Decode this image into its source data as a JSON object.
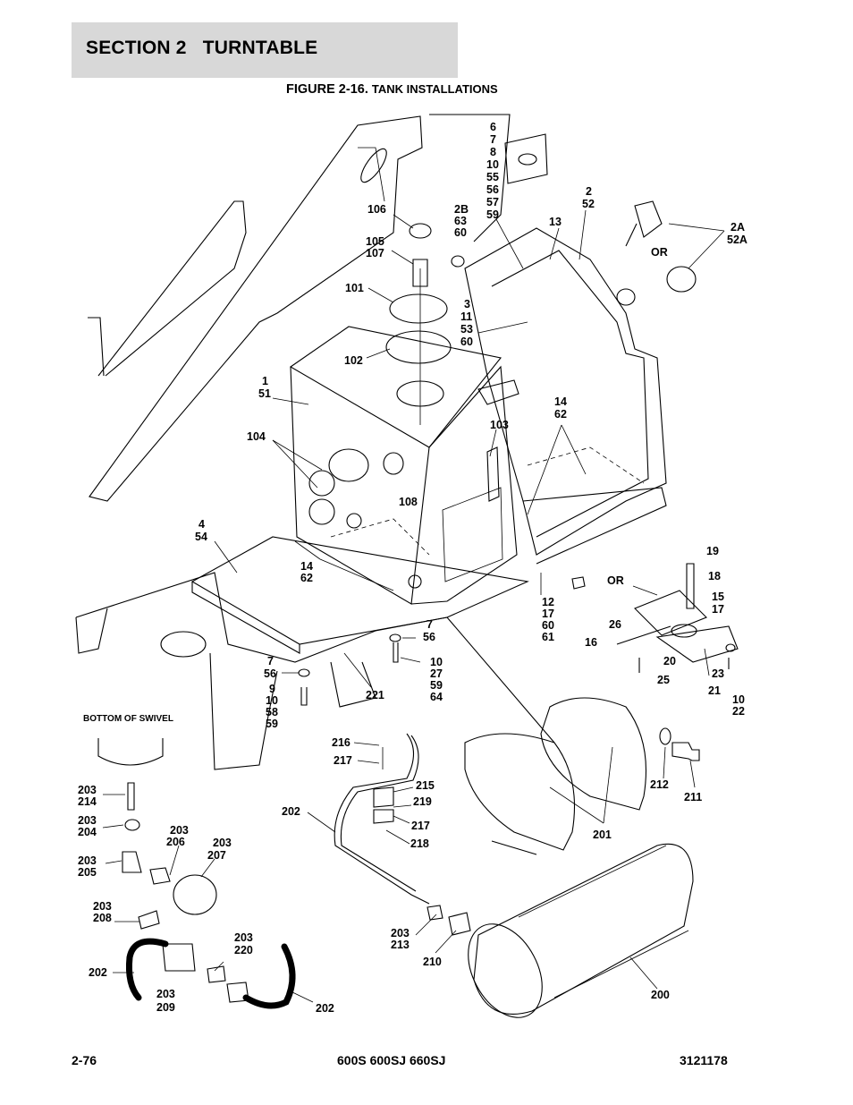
{
  "header": {
    "section": "SECTION 2   TURNTABLE",
    "figure_number": "FIGURE 2-16.",
    "figure_caption": "TANK INSTALLATIONS"
  },
  "callouts": [
    {
      "lines": [
        "6",
        "7",
        "8",
        "10",
        "55",
        "56",
        "57",
        "59"
      ]
    },
    {
      "lines": [
        "2",
        "52"
      ]
    },
    {
      "lines": [
        "2A",
        "52A"
      ]
    },
    {
      "lines": [
        "OR"
      ]
    },
    {
      "lines": [
        "106"
      ]
    },
    {
      "lines": [
        "2B",
        "63",
        "60"
      ]
    },
    {
      "lines": [
        "13"
      ]
    },
    {
      "lines": [
        "105",
        "107"
      ]
    },
    {
      "lines": [
        "101"
      ]
    },
    {
      "lines": [
        "3",
        "11",
        "53",
        "60"
      ]
    },
    {
      "lines": [
        "102"
      ]
    },
    {
      "lines": [
        "1",
        "51"
      ]
    },
    {
      "lines": [
        "14",
        "62"
      ]
    },
    {
      "lines": [
        "103"
      ]
    },
    {
      "lines": [
        "104"
      ]
    },
    {
      "lines": [
        "108"
      ]
    },
    {
      "lines": [
        "4",
        "54"
      ]
    },
    {
      "lines": [
        "14",
        "62"
      ]
    },
    {
      "lines": [
        "19"
      ]
    },
    {
      "lines": [
        "18"
      ]
    },
    {
      "lines": [
        "OR"
      ]
    },
    {
      "lines": [
        "15",
        "17"
      ]
    },
    {
      "lines": [
        "12",
        "17",
        "60",
        "61"
      ]
    },
    {
      "lines": [
        "26"
      ]
    },
    {
      "lines": [
        "16"
      ]
    },
    {
      "lines": [
        "7",
        "56"
      ]
    },
    {
      "lines": [
        "10",
        "27",
        "59",
        "64"
      ]
    },
    {
      "lines": [
        "20"
      ]
    },
    {
      "lines": [
        "23"
      ]
    },
    {
      "lines": [
        "25"
      ]
    },
    {
      "lines": [
        "7",
        "56"
      ]
    },
    {
      "lines": [
        "9",
        "10",
        "58",
        "59"
      ]
    },
    {
      "lines": [
        "221"
      ]
    },
    {
      "lines": [
        "21"
      ]
    },
    {
      "lines": [
        "10",
        "22"
      ]
    },
    {
      "lines": [
        "BOTTOM OF SWIVEL"
      ]
    },
    {
      "lines": [
        "216"
      ]
    },
    {
      "lines": [
        "217"
      ]
    },
    {
      "lines": [
        "215"
      ]
    },
    {
      "lines": [
        "212"
      ]
    },
    {
      "lines": [
        "211"
      ]
    },
    {
      "lines": [
        "203",
        "214"
      ]
    },
    {
      "lines": [
        "219"
      ]
    },
    {
      "lines": [
        "202"
      ]
    },
    {
      "lines": [
        "217"
      ]
    },
    {
      "lines": [
        "203",
        "204"
      ]
    },
    {
      "lines": [
        "218"
      ]
    },
    {
      "lines": [
        "201"
      ]
    },
    {
      "lines": [
        "203",
        "206"
      ]
    },
    {
      "lines": [
        "203",
        "207"
      ]
    },
    {
      "lines": [
        "203",
        "205"
      ]
    },
    {
      "lines": [
        "203",
        "208"
      ]
    },
    {
      "lines": [
        "203",
        "213"
      ]
    },
    {
      "lines": [
        "203",
        "220"
      ]
    },
    {
      "lines": [
        "210"
      ]
    },
    {
      "lines": [
        "202"
      ]
    },
    {
      "lines": [
        "203",
        "209"
      ]
    },
    {
      "lines": [
        "202"
      ]
    },
    {
      "lines": [
        "200"
      ]
    }
  ],
  "footer": {
    "page": "2-76",
    "models": "600S 600SJ 660SJ",
    "doc_number": "3121178"
  }
}
